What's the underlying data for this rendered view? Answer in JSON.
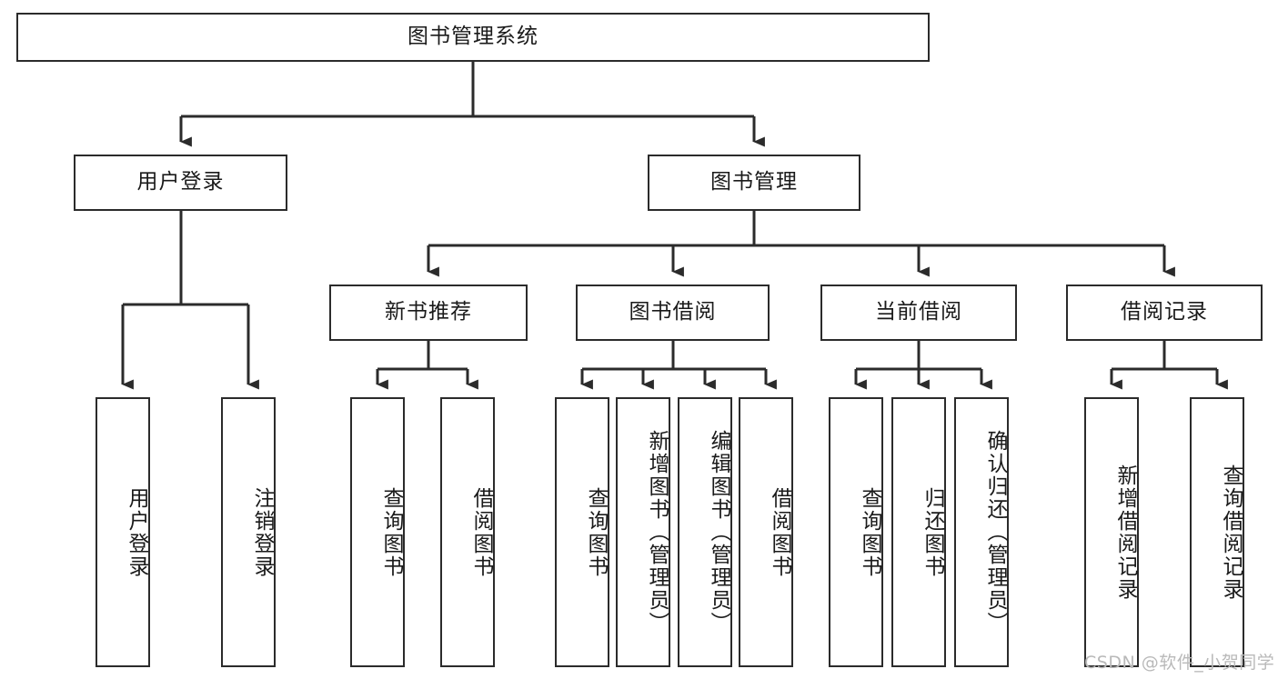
{
  "diagram": {
    "title": "图书管理系统",
    "type": "tree-hierarchy-chart",
    "watermark": "CSDN @软件_小贺同学",
    "colors": {
      "box_border": "#2b2b2b",
      "box_fill": "#ffffff",
      "edge": "#2b2b2b",
      "text": "#1a1a1a",
      "watermark": "#b9b9b9",
      "background": "#ffffff"
    }
  },
  "nodes": {
    "root": {
      "label": "图书管理系统"
    },
    "level2": [
      {
        "id": "user-login",
        "label": "用户登录"
      },
      {
        "id": "book-manage",
        "label": "图书管理"
      }
    ],
    "level3": [
      {
        "id": "new-book-recommend",
        "label": "新书推荐"
      },
      {
        "id": "book-borrow",
        "label": "图书借阅"
      },
      {
        "id": "current-borrow",
        "label": "当前借阅"
      },
      {
        "id": "borrow-record",
        "label": "借阅记录"
      }
    ],
    "leaves": {
      "user_login": [
        {
          "id": "leaf-user-login",
          "label": "用户登录"
        },
        {
          "id": "leaf-logout-login",
          "label": "注销登录"
        }
      ],
      "new_book_recommend": [
        {
          "id": "leaf-query-book-1",
          "label": "查询图书"
        },
        {
          "id": "leaf-borrow-book-1",
          "label": "借阅图书"
        }
      ],
      "book_borrow": [
        {
          "id": "leaf-query-book-2",
          "label": "查询图书"
        },
        {
          "id": "leaf-add-book",
          "label": "新增图书（管理员）"
        },
        {
          "id": "leaf-edit-book",
          "label": "编辑图书（管理员）"
        },
        {
          "id": "leaf-borrow-book-2",
          "label": "借阅图书"
        }
      ],
      "current_borrow": [
        {
          "id": "leaf-query-book-3",
          "label": "查询图书"
        },
        {
          "id": "leaf-return-book",
          "label": "归还图书"
        },
        {
          "id": "leaf-confirm-return",
          "label": "确认归还（管理员）"
        }
      ],
      "borrow_record": [
        {
          "id": "leaf-add-borrow-record",
          "label": "新增借阅记录"
        },
        {
          "id": "leaf-query-borrow-record",
          "label": "查询借阅记录"
        }
      ]
    }
  }
}
